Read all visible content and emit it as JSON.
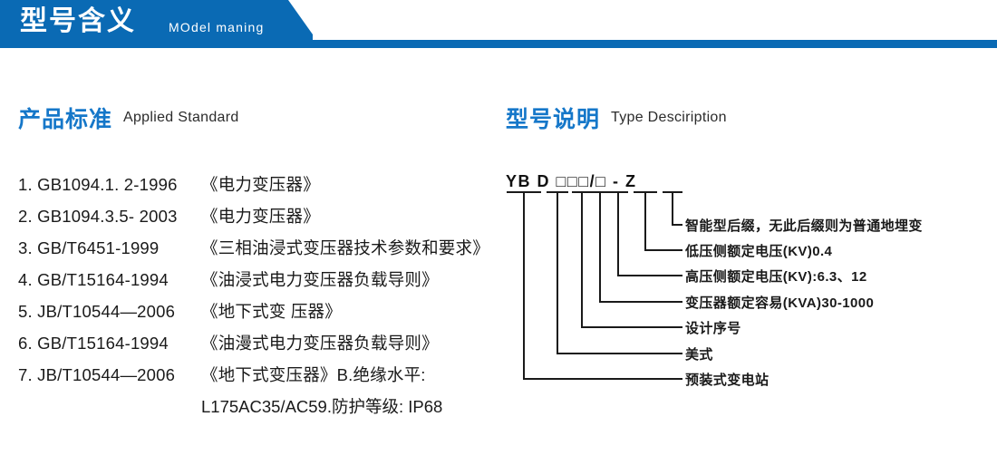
{
  "banner": {
    "title": "型号含义",
    "subtitle": "MOdel maning",
    "color": "#0a6ab4"
  },
  "sections": {
    "left": {
      "cn": "产品标准",
      "en": "Applied Standard",
      "accent": "#1577c9"
    },
    "right": {
      "cn": "型号说明",
      "en": "Type Desciription",
      "accent": "#1577c9"
    }
  },
  "standards": [
    {
      "code": "1. GB1094.1. 2-1996",
      "title": "《电力变压器》"
    },
    {
      "code": "2. GB1094.3.5- 2003",
      "title": "《电力变压器》"
    },
    {
      "code": "3. GB/T6451-1999",
      "title": "《三相油浸式变压器技术参数和要求》"
    },
    {
      "code": "4. GB/T15164-1994",
      "title": "《油浸式电力变压器负载导则》"
    },
    {
      "code": "5. JB/T10544—2006",
      "title": "《地下式变 压器》"
    },
    {
      "code": "6. GB/T15164-1994",
      "title": "《油漫式电力变压器负载导则》"
    },
    {
      "code": "7. JB/T10544—2006",
      "title": "《地下式变压器》B.绝缘水平:"
    }
  ],
  "standards_continuation": "L175AC35/AC59.防护等级: IP68",
  "type_code": {
    "segments": [
      "YB",
      "D",
      "□",
      "□",
      "□",
      "/□",
      "-",
      "Z"
    ],
    "display": "YB D □□□/□ - Z",
    "labels": [
      "智能型后缀，无此后缀则为普通地埋变",
      "低压侧额定电压(KV)0.4",
      "高压侧额定电压(KV):6.3、12",
      "变压器额定容易(KVA)30-1000",
      "设计序号",
      "美式",
      "预装式变电站"
    ]
  }
}
